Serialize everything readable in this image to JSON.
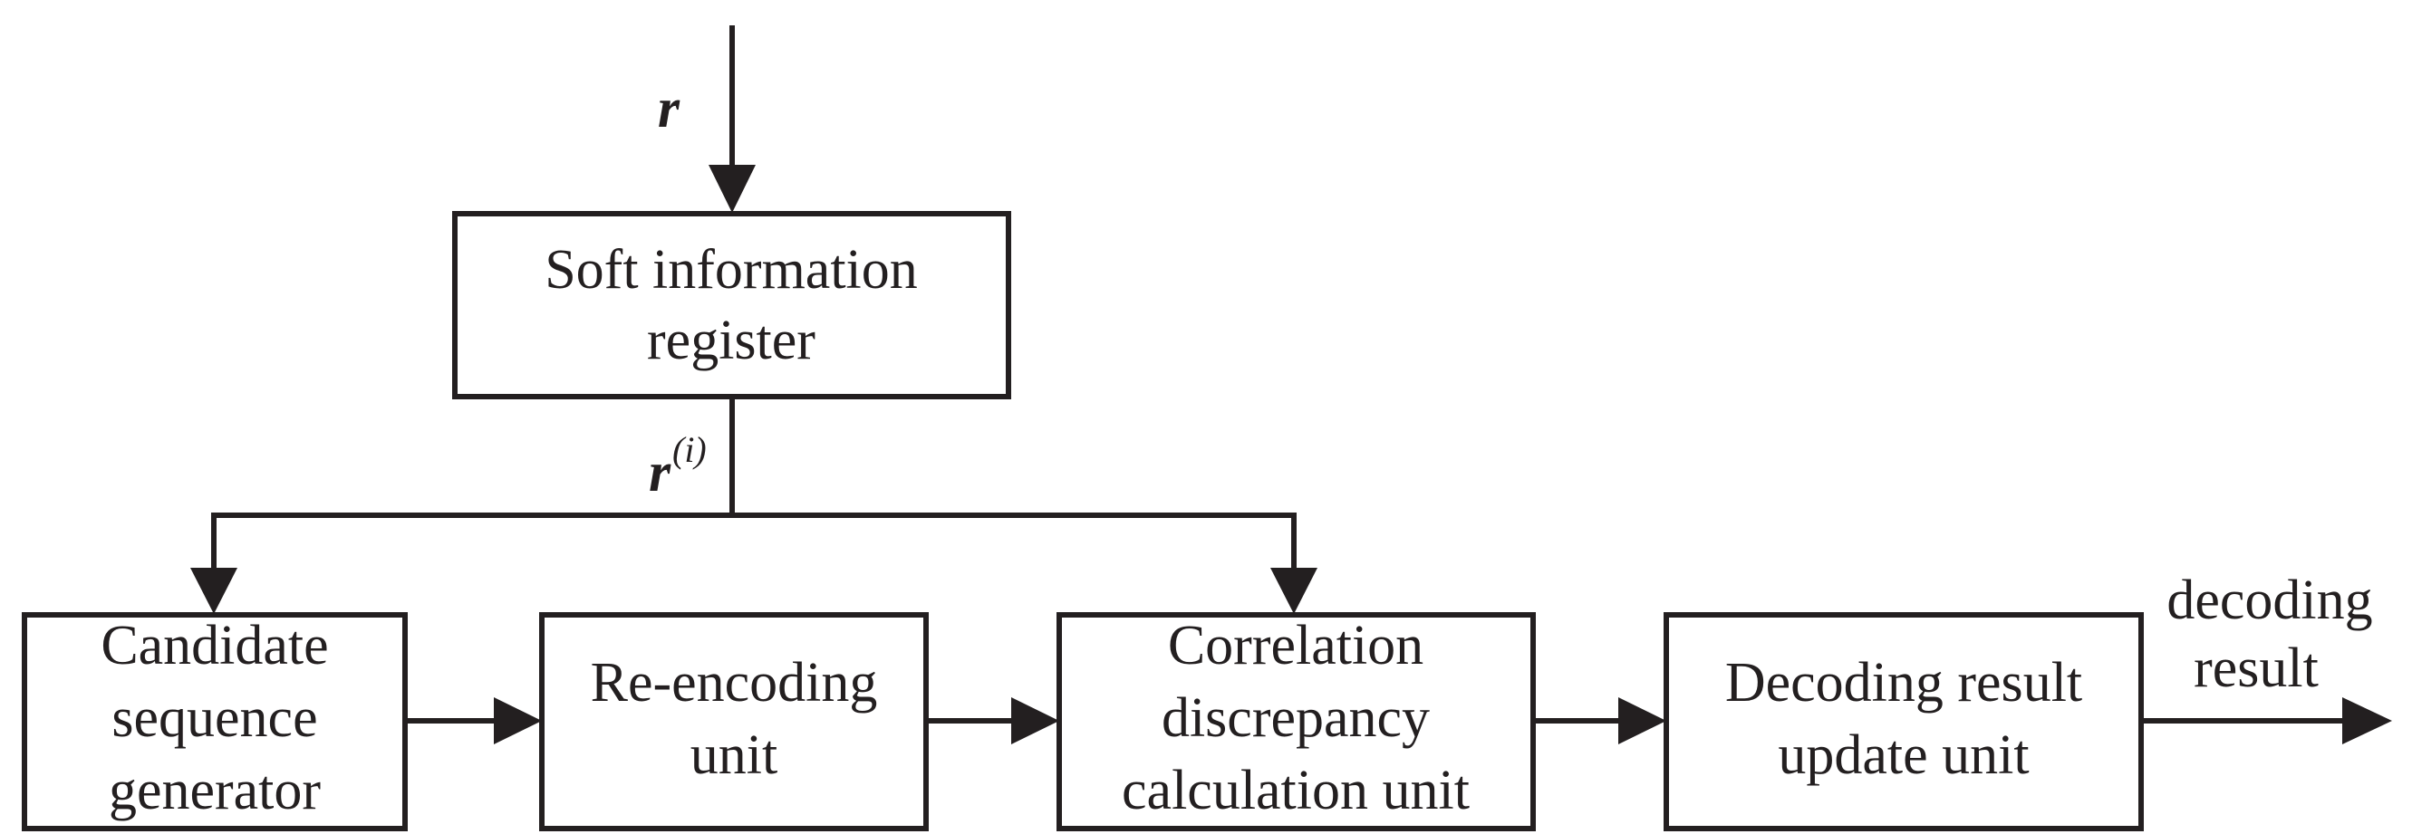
{
  "diagram": {
    "input_signal": "r",
    "register_output_signal": "r",
    "register_output_superscript": "(i)",
    "blocks": {
      "soft_info_register": {
        "lines": [
          "Soft information",
          "register"
        ]
      },
      "candidate_generator": {
        "lines": [
          "Candidate",
          "sequence",
          "generator"
        ]
      },
      "reencoding_unit": {
        "lines": [
          "Re-encoding",
          "unit"
        ]
      },
      "correlation_unit": {
        "lines": [
          "Correlation",
          "discrepancy",
          "calculation unit"
        ]
      },
      "decoding_update_unit": {
        "lines": [
          "Decoding result",
          "update unit"
        ]
      }
    },
    "output_label": {
      "lines": [
        "decoding",
        "result"
      ]
    }
  }
}
